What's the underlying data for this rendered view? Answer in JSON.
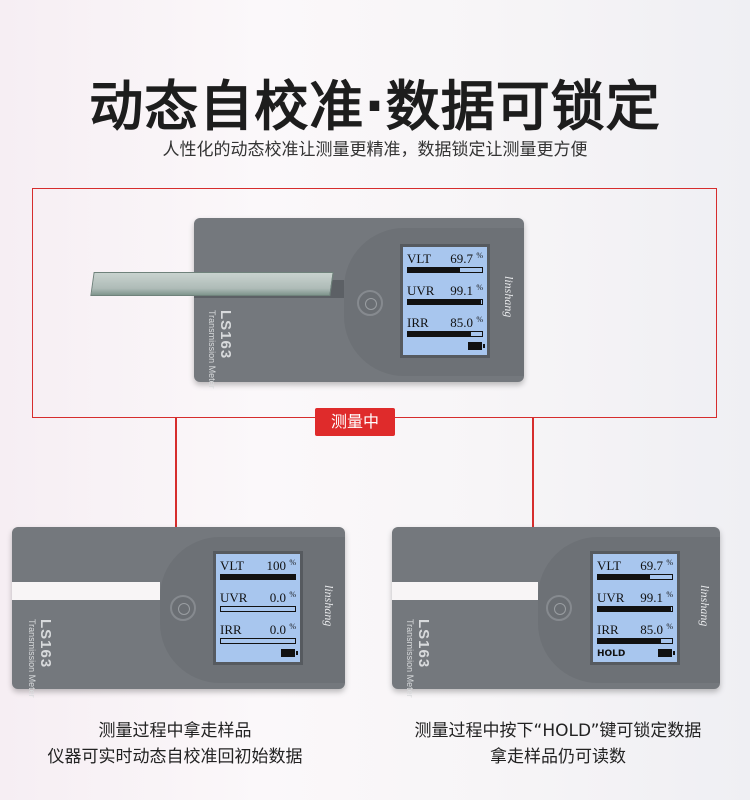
{
  "title": "动态自校准·数据可锁定",
  "subtitle": "人性化的动态校准让测量更精准，数据锁定让测量更方便",
  "badge": "测量中",
  "device": {
    "logo": "linshang",
    "model": "LS163",
    "name": "Transmission Meter"
  },
  "meters": {
    "top": {
      "rows": [
        {
          "label": "VLT",
          "value": "69.7",
          "unit": "%",
          "level": 0.697
        },
        {
          "label": "UVR",
          "value": "99.1",
          "unit": "%",
          "level": 0.991
        },
        {
          "label": "IRR",
          "value": "85.0",
          "unit": "%",
          "level": 0.85
        }
      ],
      "footer": ""
    },
    "left": {
      "rows": [
        {
          "label": "VLT",
          "value": "100",
          "unit": "%",
          "level": 1.0
        },
        {
          "label": "UVR",
          "value": "0.0",
          "unit": "%",
          "level": 0.0
        },
        {
          "label": "IRR",
          "value": "0.0",
          "unit": "%",
          "level": 0.0
        }
      ],
      "footer": ""
    },
    "right": {
      "rows": [
        {
          "label": "VLT",
          "value": "69.7",
          "unit": "%",
          "level": 0.697
        },
        {
          "label": "UVR",
          "value": "99.1",
          "unit": "%",
          "level": 0.991
        },
        {
          "label": "IRR",
          "value": "85.0",
          "unit": "%",
          "level": 0.85
        }
      ],
      "footer": "HOLD"
    }
  },
  "captions": {
    "left": [
      "测量过程中拿走样品",
      "仪器可实时动态自校准回初始数据"
    ],
    "right": [
      "测量过程中按下“HOLD”键可锁定数据",
      "拿走样品仍可读数"
    ]
  },
  "colors": {
    "accent": "#df2b2b",
    "device": "#74787d",
    "screen": "#a8c6ee"
  }
}
